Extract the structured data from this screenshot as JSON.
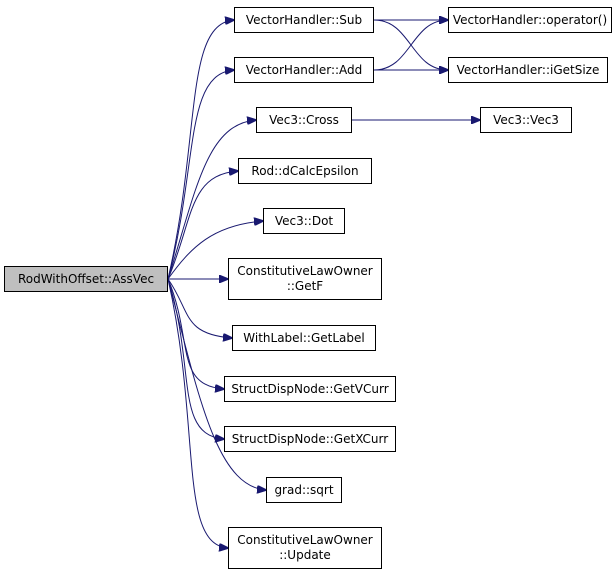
{
  "root": {
    "id": "root",
    "lines": [
      "RodWithOffset::AssVec"
    ]
  },
  "nodes": [
    {
      "id": "vh_sub",
      "lines": [
        "VectorHandler::Sub"
      ]
    },
    {
      "id": "vh_op",
      "lines": [
        "VectorHandler::operator()"
      ]
    },
    {
      "id": "vh_add",
      "lines": [
        "VectorHandler::Add"
      ]
    },
    {
      "id": "vh_size",
      "lines": [
        "VectorHandler::iGetSize"
      ]
    },
    {
      "id": "vec3_cross",
      "lines": [
        "Vec3::Cross"
      ]
    },
    {
      "id": "vec3_vec3",
      "lines": [
        "Vec3::Vec3"
      ]
    },
    {
      "id": "rod_eps",
      "lines": [
        "Rod::dCalcEpsilon"
      ]
    },
    {
      "id": "vec3_dot",
      "lines": [
        "Vec3::Dot"
      ]
    },
    {
      "id": "clo_getf",
      "lines": [
        "ConstitutiveLawOwner",
        "::GetF"
      ]
    },
    {
      "id": "wl_label",
      "lines": [
        "WithLabel::GetLabel"
      ]
    },
    {
      "id": "sdn_v",
      "lines": [
        "StructDispNode::GetVCurr"
      ]
    },
    {
      "id": "sdn_x",
      "lines": [
        "StructDispNode::GetXCurr"
      ]
    },
    {
      "id": "grad_sqrt",
      "lines": [
        "grad::sqrt"
      ]
    },
    {
      "id": "clo_update",
      "lines": [
        "ConstitutiveLawOwner",
        "::Update"
      ]
    }
  ],
  "edges": [
    [
      "root",
      "vh_sub"
    ],
    [
      "root",
      "vh_add"
    ],
    [
      "root",
      "vec3_cross"
    ],
    [
      "root",
      "rod_eps"
    ],
    [
      "root",
      "vec3_dot"
    ],
    [
      "root",
      "clo_getf"
    ],
    [
      "root",
      "wl_label"
    ],
    [
      "root",
      "sdn_v"
    ],
    [
      "root",
      "sdn_x"
    ],
    [
      "root",
      "grad_sqrt"
    ],
    [
      "root",
      "clo_update"
    ],
    [
      "vh_sub",
      "vh_op"
    ],
    [
      "vh_sub",
      "vh_size"
    ],
    [
      "vh_add",
      "vh_op"
    ],
    [
      "vh_add",
      "vh_size"
    ],
    [
      "vec3_cross",
      "vec3_vec3"
    ]
  ],
  "colors": {
    "edge": "#191970",
    "root_fill": "#bfbfbf",
    "node_fill": "#ffffff",
    "border": "#000000"
  }
}
